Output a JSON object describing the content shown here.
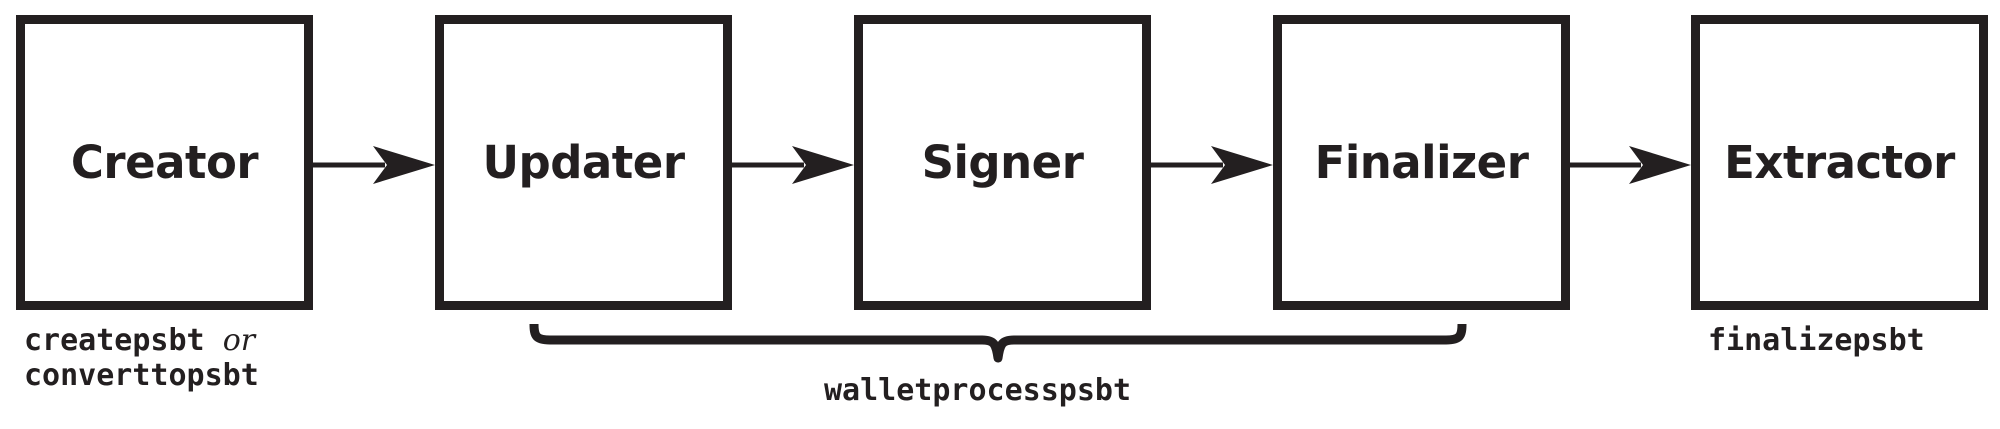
{
  "diagram": {
    "title": "PSBT roles workflow",
    "background_color": "#ffffff",
    "ink_color": "#231f20",
    "stages": [
      {
        "id": "creator",
        "label": "Creator"
      },
      {
        "id": "updater",
        "label": "Updater"
      },
      {
        "id": "signer",
        "label": "Signer"
      },
      {
        "id": "finalizer",
        "label": "Finalizer"
      },
      {
        "id": "extractor",
        "label": "Extractor"
      }
    ],
    "connectors": [
      {
        "id": "creator-to-updater",
        "from": "creator",
        "to": "updater",
        "kind": "arrow-right"
      },
      {
        "id": "updater-to-signer",
        "from": "updater",
        "to": "signer",
        "kind": "arrow-right"
      },
      {
        "id": "signer-to-finalizer",
        "from": "signer",
        "to": "finalizer",
        "kind": "arrow-right"
      },
      {
        "id": "finalizer-to-extractor",
        "from": "finalizer",
        "to": "extractor",
        "kind": "arrow-right"
      }
    ],
    "annotations": {
      "creator_command_line1": "createpsbt",
      "creator_command_or": "or",
      "creator_command_line2": "converttopsbt",
      "brace_command": "walletprocesspsbt",
      "extractor_command": "finalizepsbt"
    },
    "brace": {
      "id": "walletprocesspsbt-brace",
      "spans_from": "updater",
      "spans_to": "finalizer",
      "direction": "down"
    }
  }
}
